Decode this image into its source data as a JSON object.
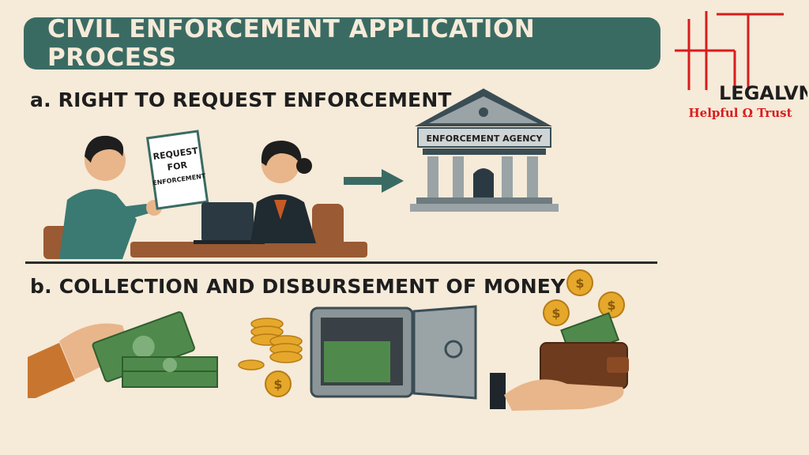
{
  "banner": {
    "title": "CIVIL ENFORCEMENT APPLICATION PROCESS"
  },
  "sections": {
    "a": {
      "heading": "a. RIGHT TO REQUEST ENFORCEMENT"
    },
    "b": {
      "heading": "b. COLLECTION AND DISBURSEMENT OF MONEY"
    }
  },
  "document": {
    "line1": "REQUEST",
    "line2": "FOR",
    "line3": "ENFORCEMENT"
  },
  "agency": {
    "label": "ENFORCEMENT AGENCY"
  },
  "logo": {
    "wordmark": "LEGALVN",
    "tagline": "Helpful Ω Trust"
  },
  "colors": {
    "banner": "#3a6b63",
    "background": "#f6ead9",
    "logo_red": "#d91c1c",
    "money_green": "#4f8a4c",
    "coin_gold": "#e5a82b"
  }
}
